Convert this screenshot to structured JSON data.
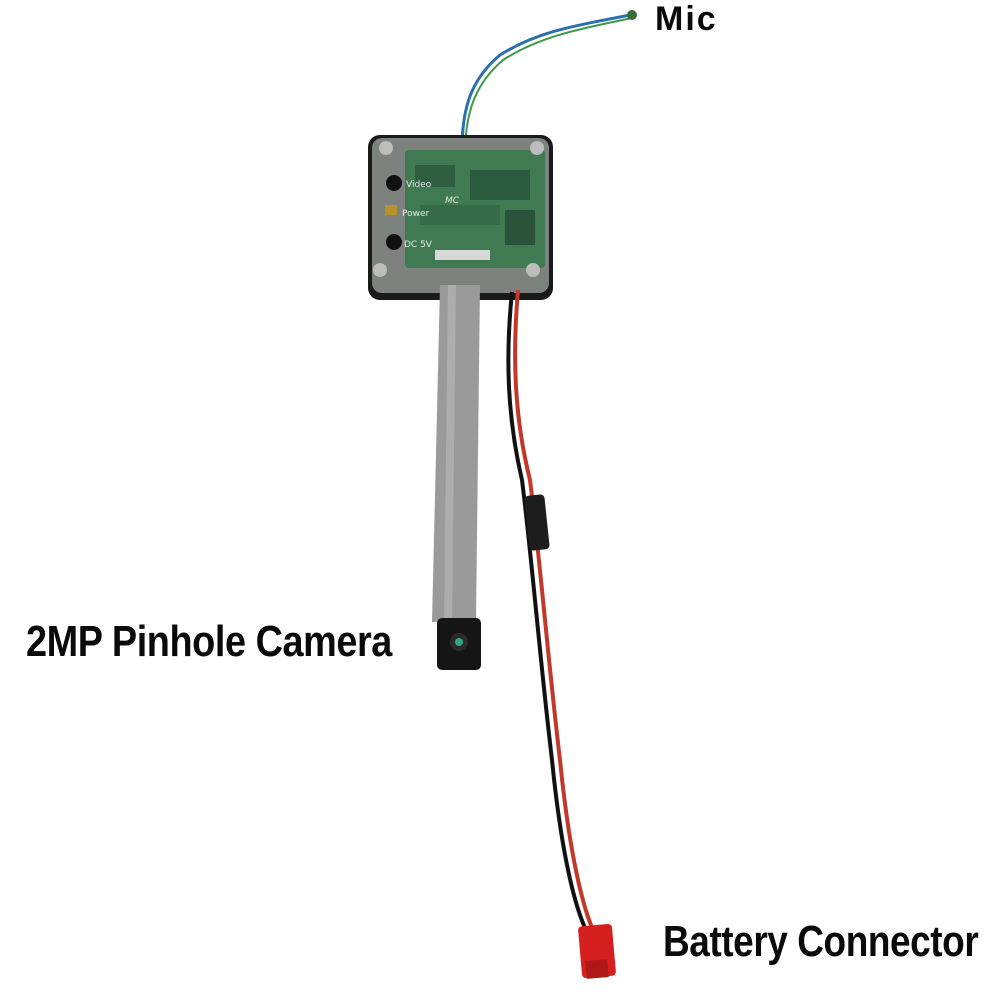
{
  "labels": {
    "mic": "Mic",
    "camera": "2MP Pinhole Camera",
    "battery": "Battery Connector"
  },
  "board": {
    "logo": "MC",
    "port_video": "Video",
    "port_power": "Power",
    "port_dc": "DC 5V"
  },
  "colors": {
    "background": "#ffffff",
    "pcb_green": "#3f7a52",
    "case_black": "#1a1a1a",
    "ribbon_gray": "#9a9a9a",
    "wire_red": "#c0392b",
    "wire_black": "#111111",
    "wire_blue": "#2c6fb0",
    "connector_red": "#d62020"
  }
}
